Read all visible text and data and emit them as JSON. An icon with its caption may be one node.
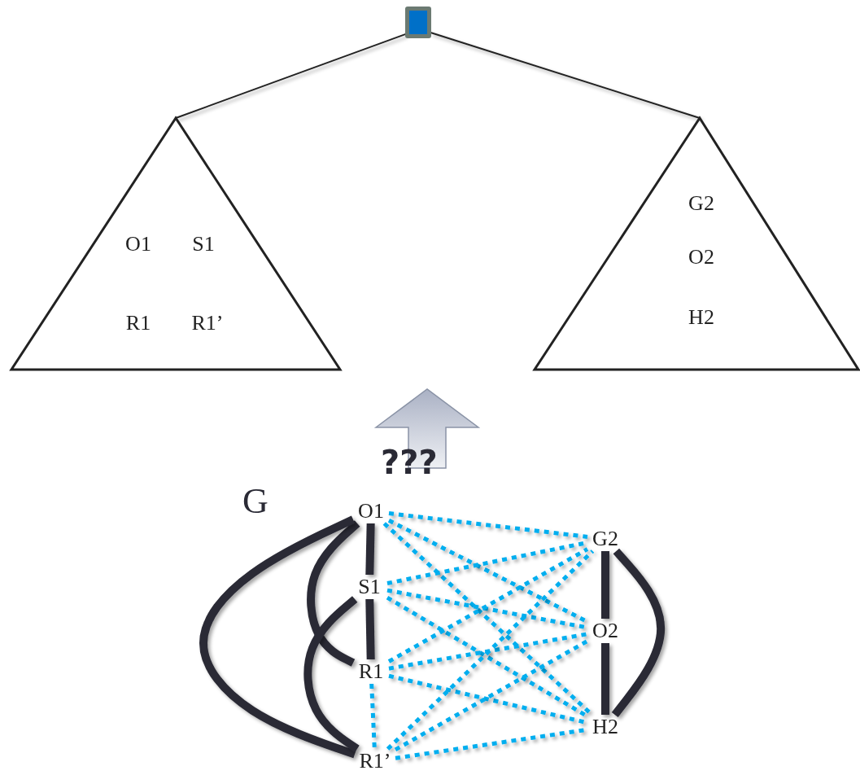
{
  "diagram": {
    "nodes": [
      {
        "text": [],
        "shape": "box"
      },
      {
        "text": [
          "O1",
          "S1",
          "R1",
          "R1’"
        ]
      },
      {
        "text": [
          "G2",
          "O2",
          "H2"
        ]
      },
      {
        "text": [
          "O1"
        ]
      },
      {
        "text": [
          "S1"
        ]
      },
      {
        "text": [
          "R1"
        ]
      },
      {
        "text": [
          "R1’"
        ]
      },
      {
        "text": [
          "G2"
        ]
      },
      {
        "text": [
          "O2"
        ]
      },
      {
        "text": [
          "H2"
        ]
      }
    ],
    "edges": [
      {
        "from": 0,
        "to": 1,
        "arrow": "none",
        "color": "#222222"
      },
      {
        "from": 0,
        "to": 2,
        "arrow": "none",
        "color": "#222222"
      },
      {
        "from": 3,
        "to": 4,
        "arrow": "none",
        "style": "thick",
        "color": "#2a2a35"
      },
      {
        "from": 4,
        "to": 5,
        "arrow": "none",
        "style": "thick",
        "color": "#2a2a35"
      },
      {
        "from": 5,
        "to": 6,
        "arrow": "none",
        "style": "dashed",
        "color": "#00aeef"
      },
      {
        "from": 7,
        "to": 8,
        "arrow": "none",
        "style": "thick",
        "color": "#2a2a35"
      },
      {
        "from": 8,
        "to": 9,
        "arrow": "none",
        "style": "thick",
        "color": "#2a2a35"
      },
      {
        "from": 3,
        "to": 5,
        "arrow": "none",
        "style": "thick",
        "color": "#2a2a35"
      },
      {
        "from": 3,
        "to": 6,
        "arrow": "none",
        "style": "thick",
        "color": "#2a2a35"
      },
      {
        "from": 4,
        "to": 6,
        "arrow": "none",
        "style": "thick",
        "color": "#2a2a35"
      },
      {
        "from": 7,
        "to": 9,
        "arrow": "none",
        "style": "thick",
        "color": "#2a2a35"
      },
      {
        "from": 3,
        "to": 7,
        "arrow": "none",
        "style": "dashed",
        "color": "#00aeef"
      },
      {
        "from": 3,
        "to": 8,
        "arrow": "none",
        "style": "dashed",
        "color": "#00aeef"
      },
      {
        "from": 3,
        "to": 9,
        "arrow": "none",
        "style": "dashed",
        "color": "#00aeef"
      },
      {
        "from": 4,
        "to": 7,
        "arrow": "none",
        "style": "dashed",
        "color": "#00aeef"
      },
      {
        "from": 4,
        "to": 8,
        "arrow": "none",
        "style": "dashed",
        "color": "#00aeef"
      },
      {
        "from": 4,
        "to": 9,
        "arrow": "none",
        "style": "dashed",
        "color": "#00aeef"
      },
      {
        "from": 5,
        "to": 7,
        "arrow": "none",
        "style": "dashed",
        "color": "#00aeef"
      },
      {
        "from": 5,
        "to": 8,
        "arrow": "none",
        "style": "dashed",
        "color": "#00aeef"
      },
      {
        "from": 5,
        "to": 9,
        "arrow": "none",
        "style": "dashed",
        "color": "#00aeef"
      },
      {
        "from": 6,
        "to": 7,
        "arrow": "none",
        "style": "dashed",
        "color": "#00aeef"
      },
      {
        "from": 6,
        "to": 8,
        "arrow": "none",
        "style": "dashed",
        "color": "#00aeef"
      },
      {
        "from": 6,
        "to": 9,
        "arrow": "none",
        "style": "dashed",
        "color": "#00aeef"
      }
    ],
    "labels": [
      "???",
      "G"
    ]
  }
}
